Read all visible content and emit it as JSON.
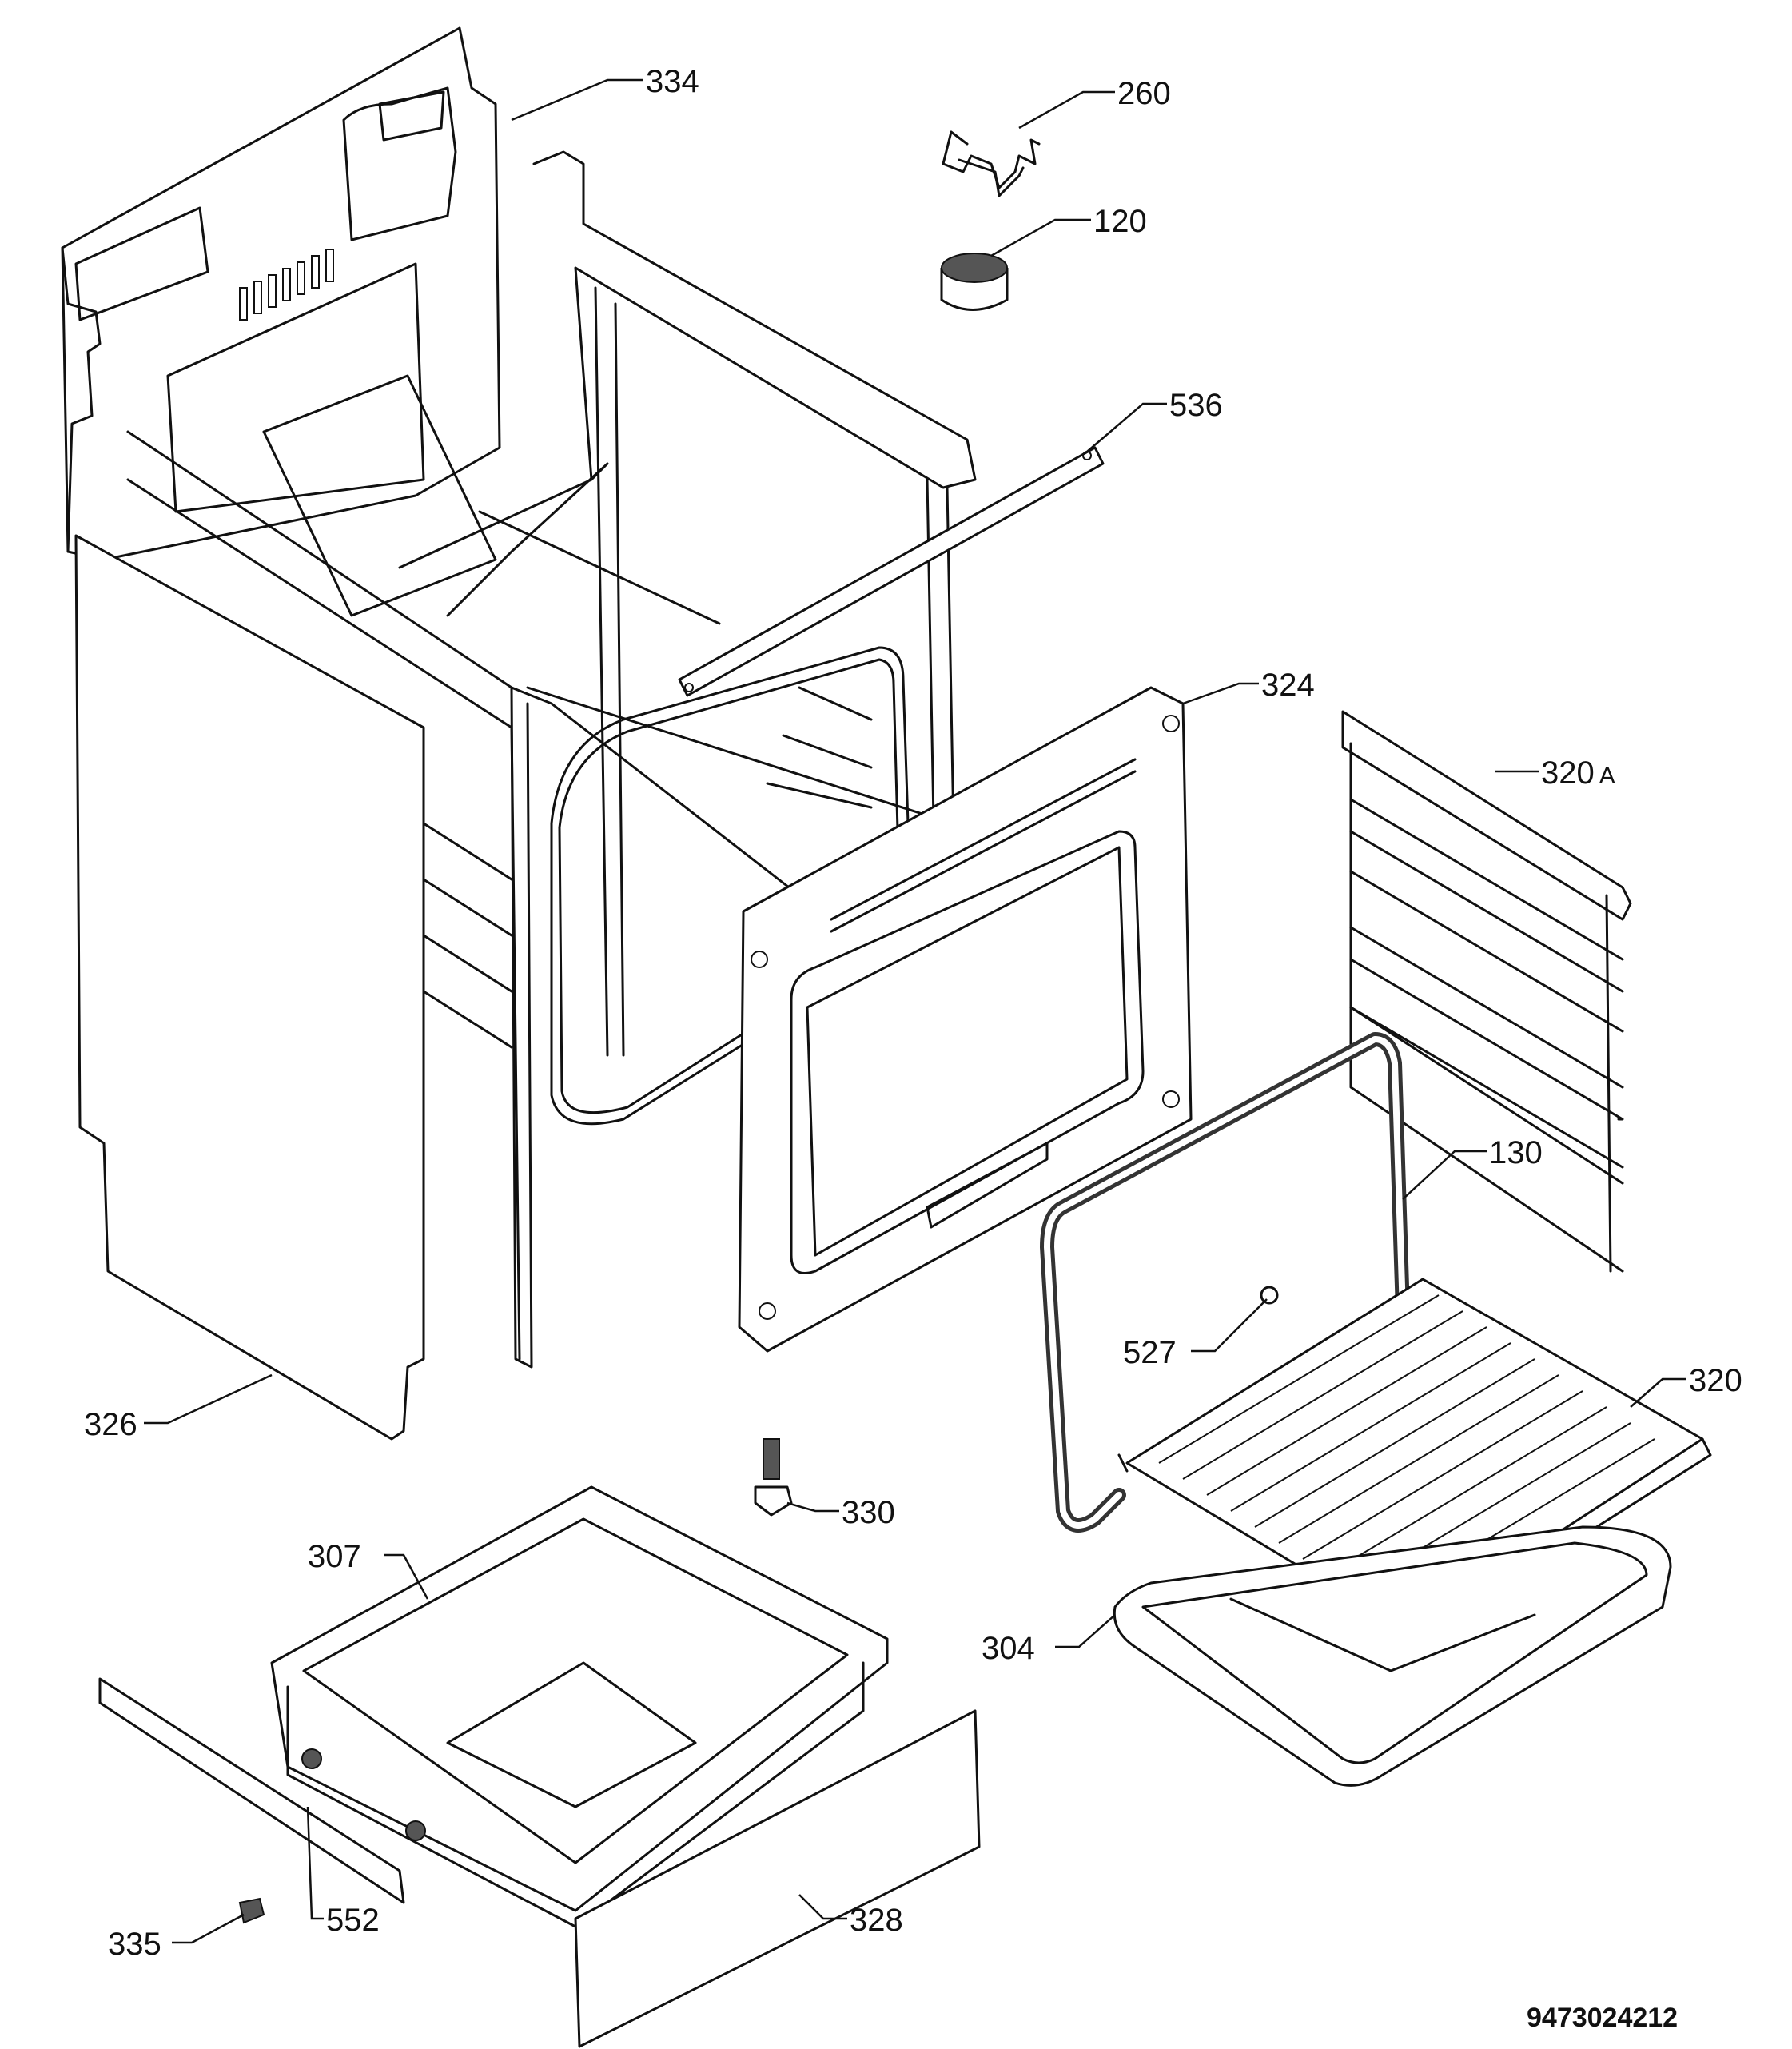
{
  "diagram": {
    "callouts": {
      "c334": "334",
      "c260": "260",
      "c120": "120",
      "c536": "536",
      "c324": "324",
      "c320a_num": "320",
      "c320a_suffix": "A",
      "c130": "130",
      "c527": "527",
      "c320": "320",
      "c326": "326",
      "c330": "330",
      "c307": "307",
      "c304": "304",
      "c335": "335",
      "c552": "552",
      "c328": "328"
    },
    "document_number": "9473024212"
  }
}
